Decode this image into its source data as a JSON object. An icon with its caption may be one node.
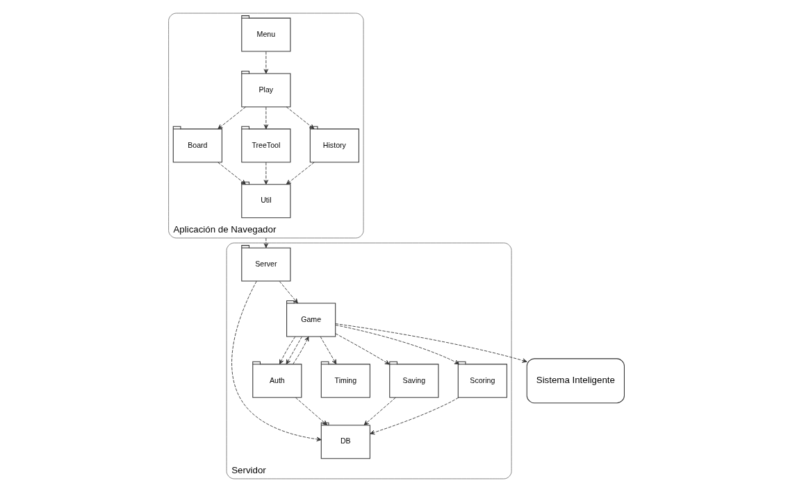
{
  "diagram": {
    "nodes": [
      {
        "text": [
          "Sistema Inteligente"
        ]
      },
      {
        "text": [
          "Aplicación de Navegador"
        ]
      },
      {
        "text": [
          "Menu"
        ],
        "in": 1
      },
      {
        "text": [
          "Play"
        ],
        "in": 1
      },
      {
        "text": [
          "Board"
        ],
        "in": 1
      },
      {
        "text": [
          "TreeTool"
        ],
        "in": 1
      },
      {
        "text": [
          "History"
        ],
        "in": 1
      },
      {
        "text": [
          "Util"
        ],
        "in": 1
      },
      {
        "text": [
          "Servidor"
        ]
      },
      {
        "text": [
          "Server"
        ],
        "in": 8
      },
      {
        "text": [
          "Auth"
        ],
        "in": 8
      },
      {
        "text": [
          "DB"
        ],
        "in": 8
      },
      {
        "text": [
          "Game"
        ],
        "in": 8
      },
      {
        "text": [
          "Timing"
        ],
        "in": 8
      },
      {
        "text": [
          "Saving"
        ],
        "in": 8
      },
      {
        "text": [
          "Scoring"
        ],
        "in": 8
      }
    ],
    "edges": [
      {
        "from": 2,
        "to": 3,
        "arrow": "to",
        "style": "dashed"
      },
      {
        "from": 3,
        "to": 4,
        "arrow": "to",
        "style": "dashed"
      },
      {
        "from": 3,
        "to": 5,
        "arrow": "to",
        "style": "dashed"
      },
      {
        "from": 3,
        "to": 6,
        "arrow": "to",
        "style": "dashed"
      },
      {
        "from": 4,
        "to": 7,
        "arrow": "to",
        "style": "dashed"
      },
      {
        "from": 5,
        "to": 7,
        "arrow": "to",
        "style": "dashed"
      },
      {
        "from": 6,
        "to": 7,
        "arrow": "to",
        "style": "dashed"
      },
      {
        "from": 1,
        "to": 9,
        "arrow": "to",
        "style": "dashed"
      },
      {
        "from": 9,
        "to": 12,
        "arrow": "to",
        "style": "dashed"
      },
      {
        "from": 9,
        "to": 11,
        "arrow": "to",
        "style": "dashed"
      },
      {
        "from": 12,
        "to": 0,
        "arrow": "to",
        "style": "dashed"
      },
      {
        "from": 12,
        "to": 10,
        "arrow": "to",
        "style": "dashed"
      },
      {
        "from": 10,
        "to": 12,
        "arrow": "to",
        "style": "dashed"
      },
      {
        "from": 12,
        "to": 10,
        "arrow": "to",
        "style": "dashed"
      },
      {
        "from": 10,
        "to": 11,
        "arrow": "to",
        "style": "dashed"
      },
      {
        "from": 12,
        "to": 13,
        "arrow": "to",
        "style": "dashed"
      },
      {
        "from": 12,
        "to": 14,
        "arrow": "to",
        "style": "dashed"
      },
      {
        "from": 12,
        "to": 15,
        "arrow": "to",
        "style": "dashed"
      },
      {
        "from": 14,
        "to": 11,
        "arrow": "to",
        "style": "dashed"
      },
      {
        "from": 15,
        "to": 11,
        "arrow": "to",
        "style": "dashed"
      }
    ]
  }
}
